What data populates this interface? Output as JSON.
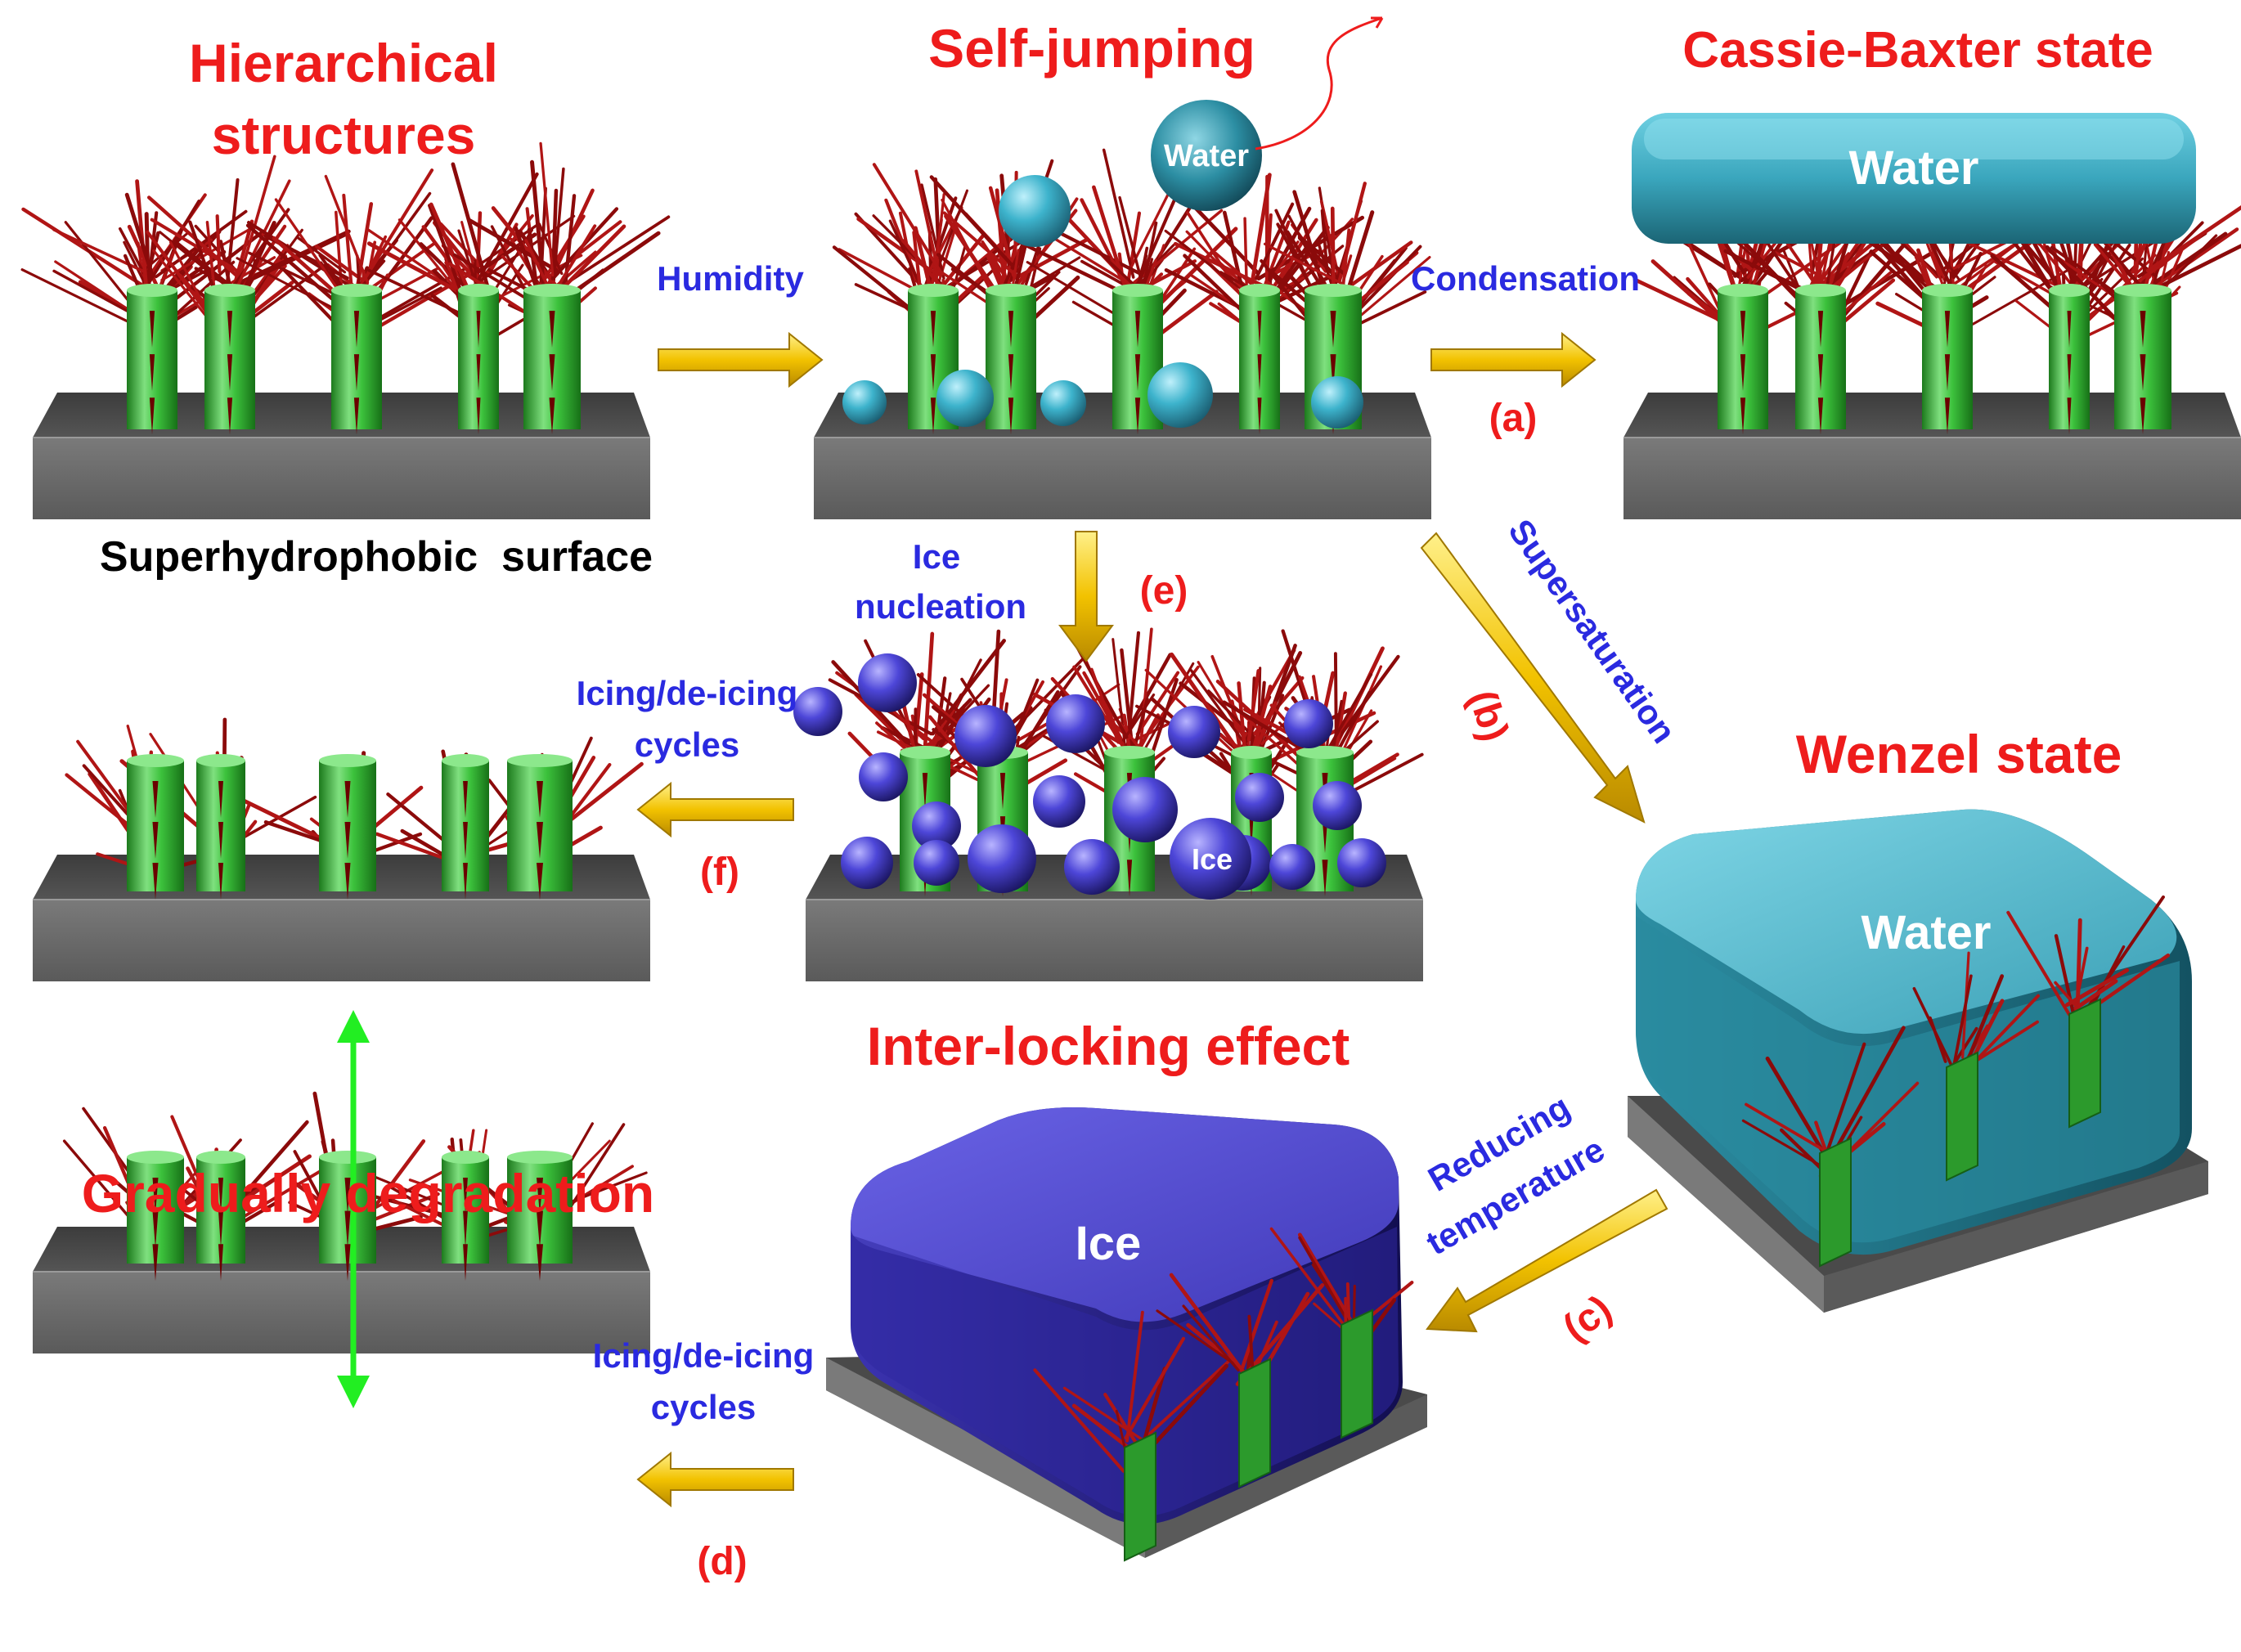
{
  "titles": {
    "hierarchical_line1": "Hierarchical",
    "hierarchical_line2": "structures",
    "self_jumping": "Self-jumping",
    "cassie_baxter": "Cassie-Baxter state",
    "wenzel": "Wenzel state",
    "interlocking": "Inter-locking effect",
    "gradual_degradation": "Gradually degradation",
    "superhydrophobic_surface": "Superhydrophobic  surface"
  },
  "process_labels": {
    "humidity": "Humidity",
    "condensation": "Condensation",
    "ice_nucleation_line1": "Ice",
    "ice_nucleation_line2": "nucleation",
    "supersaturation": "Supersaturation",
    "reducing_temperature_line1": "Reducing",
    "reducing_temperature_line2": "temperature",
    "icing_cycles_f_line1": "Icing/de-icing",
    "icing_cycles_f_line2": "cycles",
    "icing_cycles_d_line1": "Icing/de-icing",
    "icing_cycles_d_line2": "cycles"
  },
  "step_markers": {
    "a": "(a)",
    "b": "(b)",
    "c": "(c)",
    "d": "(d)",
    "e": "(e)",
    "f": "(f)"
  },
  "object_labels": {
    "water_droplet": "Water",
    "water_cassie": "Water",
    "water_wenzel": "Water",
    "ice_droplet": "Ice",
    "ice_block": "Ice"
  },
  "colors": {
    "title_red": "#ee1c1c",
    "process_blue": "#2a2ae0",
    "arrow_yellow": "#f2c200",
    "arrow_green": "#22ee22",
    "pillar_green": "#33bb33",
    "hair_red": "#8b0a0a",
    "substrate_gray": "#6d6d6d",
    "water_teal": "#3aa6bd",
    "ice_blue": "#4a40c8"
  }
}
